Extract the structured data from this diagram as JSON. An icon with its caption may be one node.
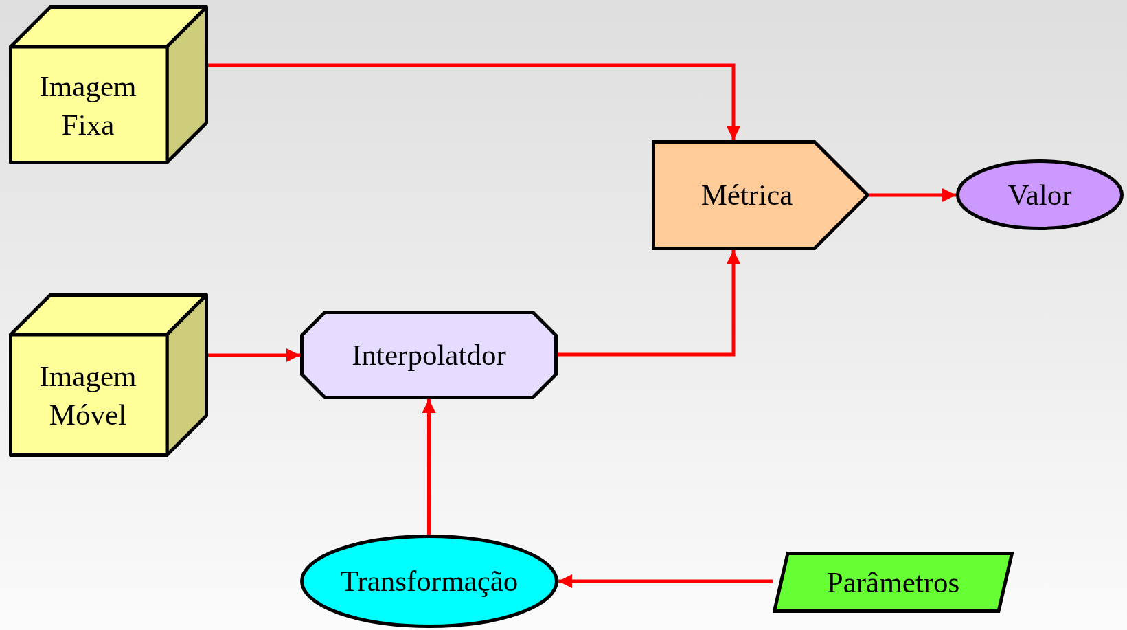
{
  "diagram": {
    "nodes": [
      {
        "text": [
          "Imagem Fixa"
        ]
      },
      {
        "text": [
          "Métrica"
        ]
      },
      {
        "text": [
          "Valor"
        ]
      },
      {
        "text": [
          "Imagem Móvel"
        ]
      },
      {
        "text": [
          "Interpolatdor"
        ]
      },
      {
        "text": [
          "Transformação"
        ]
      },
      {
        "text": [
          "Parâmetros"
        ]
      }
    ],
    "edges": [
      {
        "from": 0,
        "to": 1,
        "arrow": "to"
      },
      {
        "from": 1,
        "to": 2,
        "arrow": "to"
      },
      {
        "from": 3,
        "to": 4,
        "arrow": "to"
      },
      {
        "from": 4,
        "to": 1,
        "arrow": "to"
      },
      {
        "from": 5,
        "to": 4,
        "arrow": "to"
      },
      {
        "from": 6,
        "to": 5,
        "arrow": "to"
      }
    ]
  }
}
